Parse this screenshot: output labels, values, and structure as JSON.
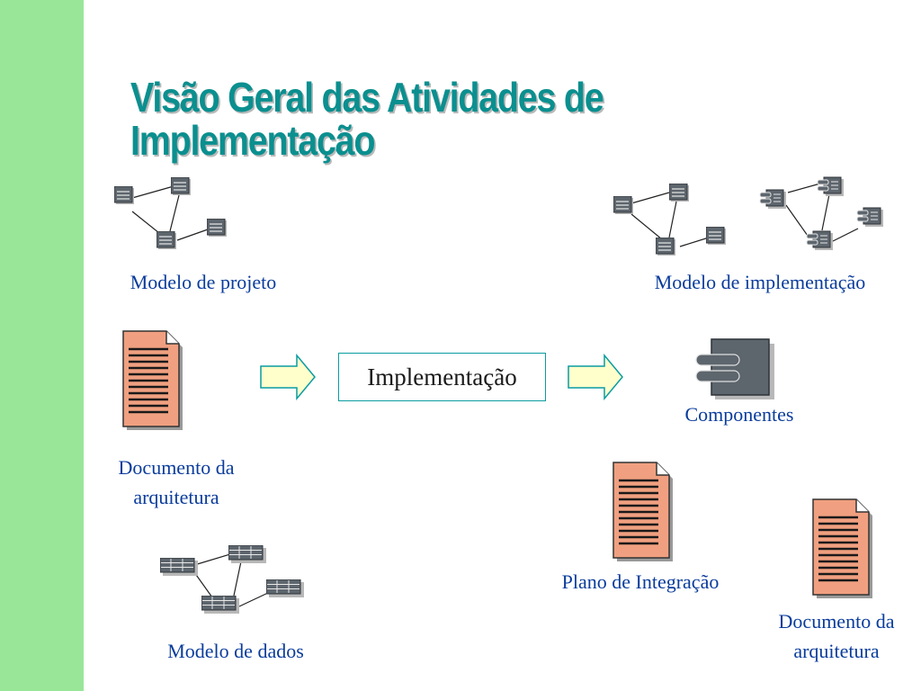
{
  "slide": {
    "title_line1": "Visão Geral das Atividades de",
    "title_line2": "Implementação"
  },
  "labels": {
    "design_model": "Modelo de projeto",
    "implementation_model": "Modelo de implementação",
    "architecture_doc_line1": "Documento da",
    "architecture_doc_line2": "arquitetura",
    "process": "Implementação",
    "components": "Componentes",
    "data_model": "Modelo de dados",
    "integration_plan": "Plano de Integração",
    "architecture_doc2_line1": "Documento da",
    "architecture_doc2_line2": "arquitetura"
  },
  "icons": {
    "design_model": "class-diagram-icon",
    "implementation_model_classes": "class-diagram-icon",
    "implementation_model_components": "component-diagram-icon",
    "document": "document-icon",
    "component": "component-icon",
    "data_model": "table-diagram-icon",
    "arrow": "block-arrow-icon"
  },
  "colors": {
    "sidebar": "#99e699",
    "title": "#0b8f8f",
    "label_text": "#0a3c9c",
    "document_fill": "#f0a080",
    "arrow_fill": "#ffffcc",
    "process_border": "#0a9ca0"
  }
}
